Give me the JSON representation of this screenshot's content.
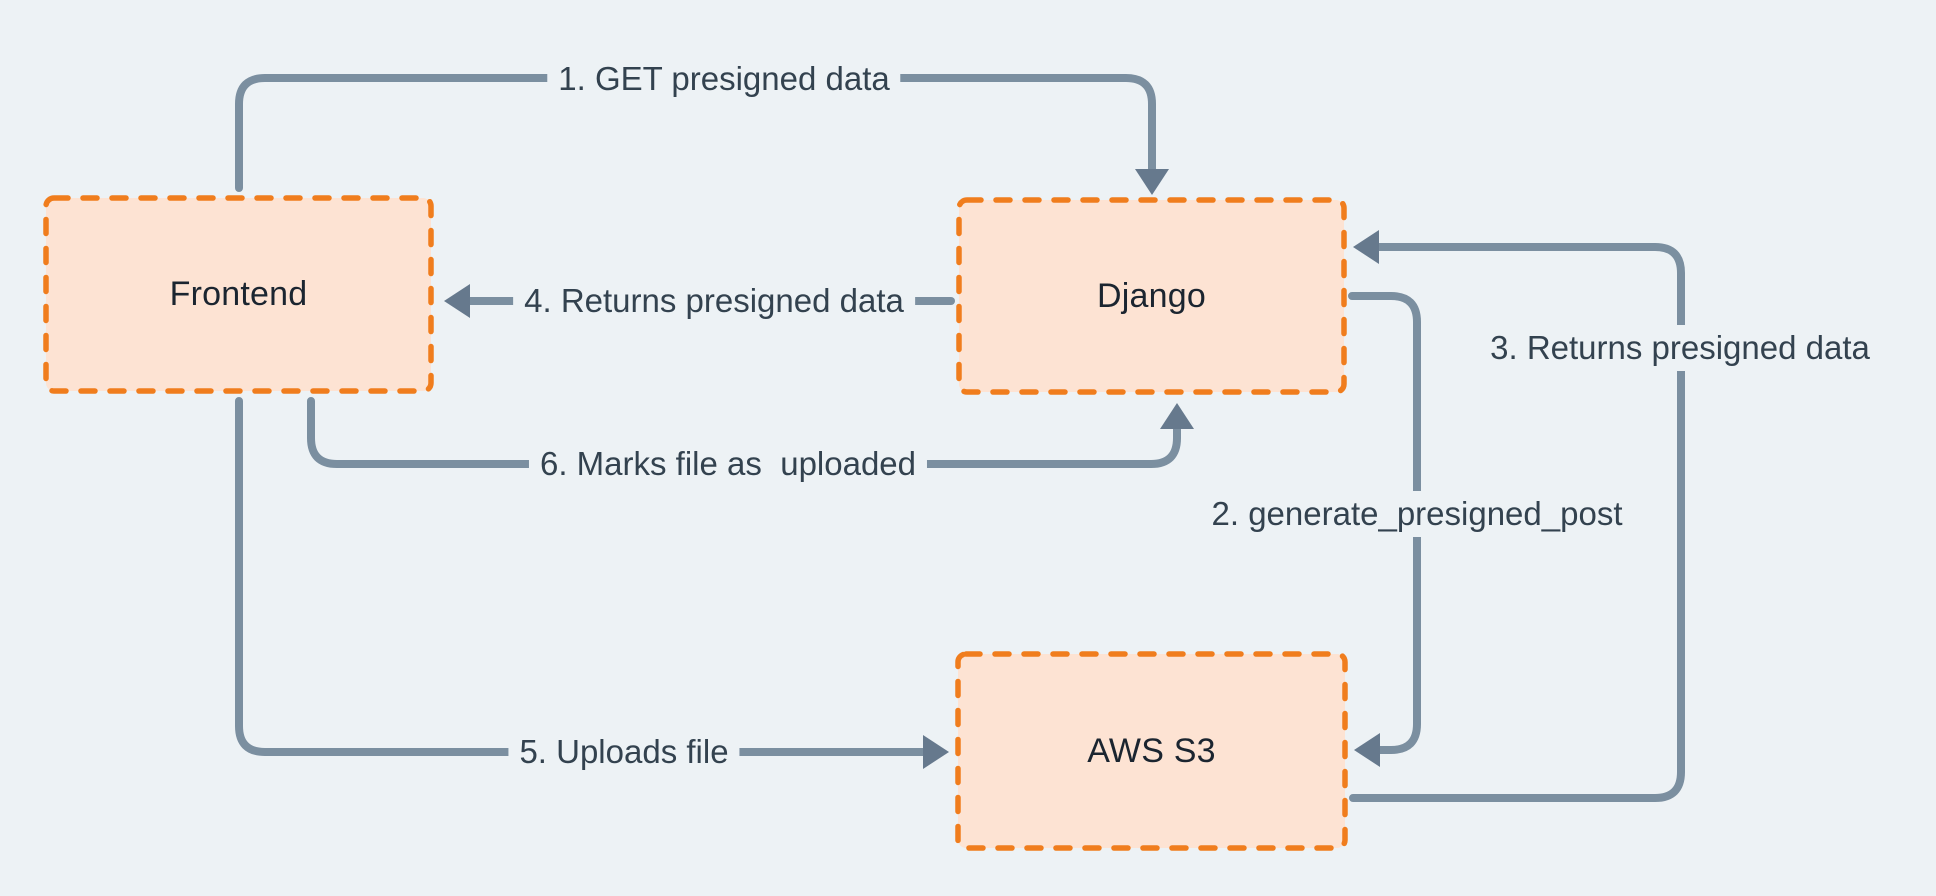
{
  "diagram": {
    "type": "flow-diagram",
    "nodes": [
      {
        "id": "frontend",
        "label": "Frontend"
      },
      {
        "id": "django",
        "label": "Django"
      },
      {
        "id": "aws-s3",
        "label": "AWS S3"
      }
    ],
    "flows": [
      {
        "step": 1,
        "label": "1. GET presigned data",
        "from": "frontend",
        "to": "django"
      },
      {
        "step": 2,
        "label": "2. generate_presigned_post",
        "from": "django",
        "to": "aws-s3"
      },
      {
        "step": 3,
        "label": "3. Returns presigned data",
        "from": "aws-s3",
        "to": "django"
      },
      {
        "step": 4,
        "label": "4. Returns presigned data",
        "from": "django",
        "to": "frontend"
      },
      {
        "step": 5,
        "label": "5. Uploads file",
        "from": "frontend",
        "to": "aws-s3"
      },
      {
        "step": 6,
        "label": "6. Marks file as  uploaded",
        "from": "frontend",
        "to": "django"
      }
    ],
    "colors": {
      "background": "#edf2f5",
      "box-fill": "#fde3d3",
      "box-border": "#f07d1d",
      "line": "#7b8fa0",
      "arrowhead": "#66798d",
      "flow-label-text": "#33424f",
      "node-text": "#1b2530"
    }
  }
}
